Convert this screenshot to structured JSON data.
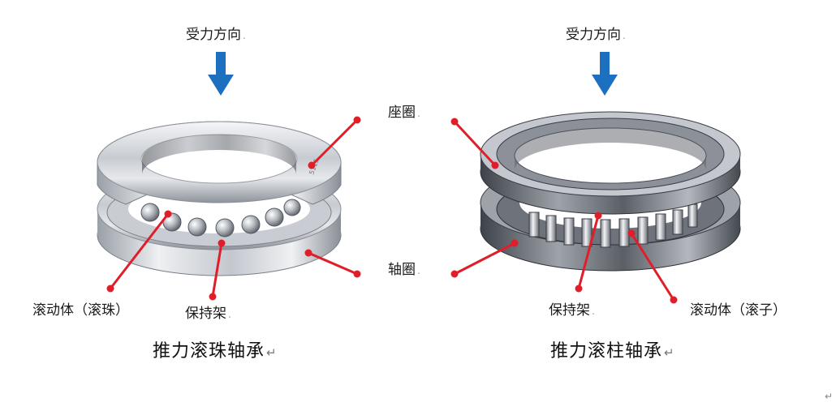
{
  "left_bearing": {
    "force_direction": "受力方向",
    "rolling_element": "滚动体（滚珠）",
    "cage": "保持架",
    "title": "推力滚珠轴承"
  },
  "right_bearing": {
    "force_direction": "受力方向",
    "cage": "保持架",
    "rolling_element": "滚动体（滚子）",
    "title": "推力滚柱轴承"
  },
  "shared_labels": {
    "housing_washer": "座圈",
    "shaft_washer": "轴圈"
  },
  "colors": {
    "arrow": "#1d6fc0",
    "leader": "#e01e2a",
    "steel_light": "#eceef1",
    "steel_mid": "#b9bec6",
    "steel_dark": "#6f747d"
  }
}
